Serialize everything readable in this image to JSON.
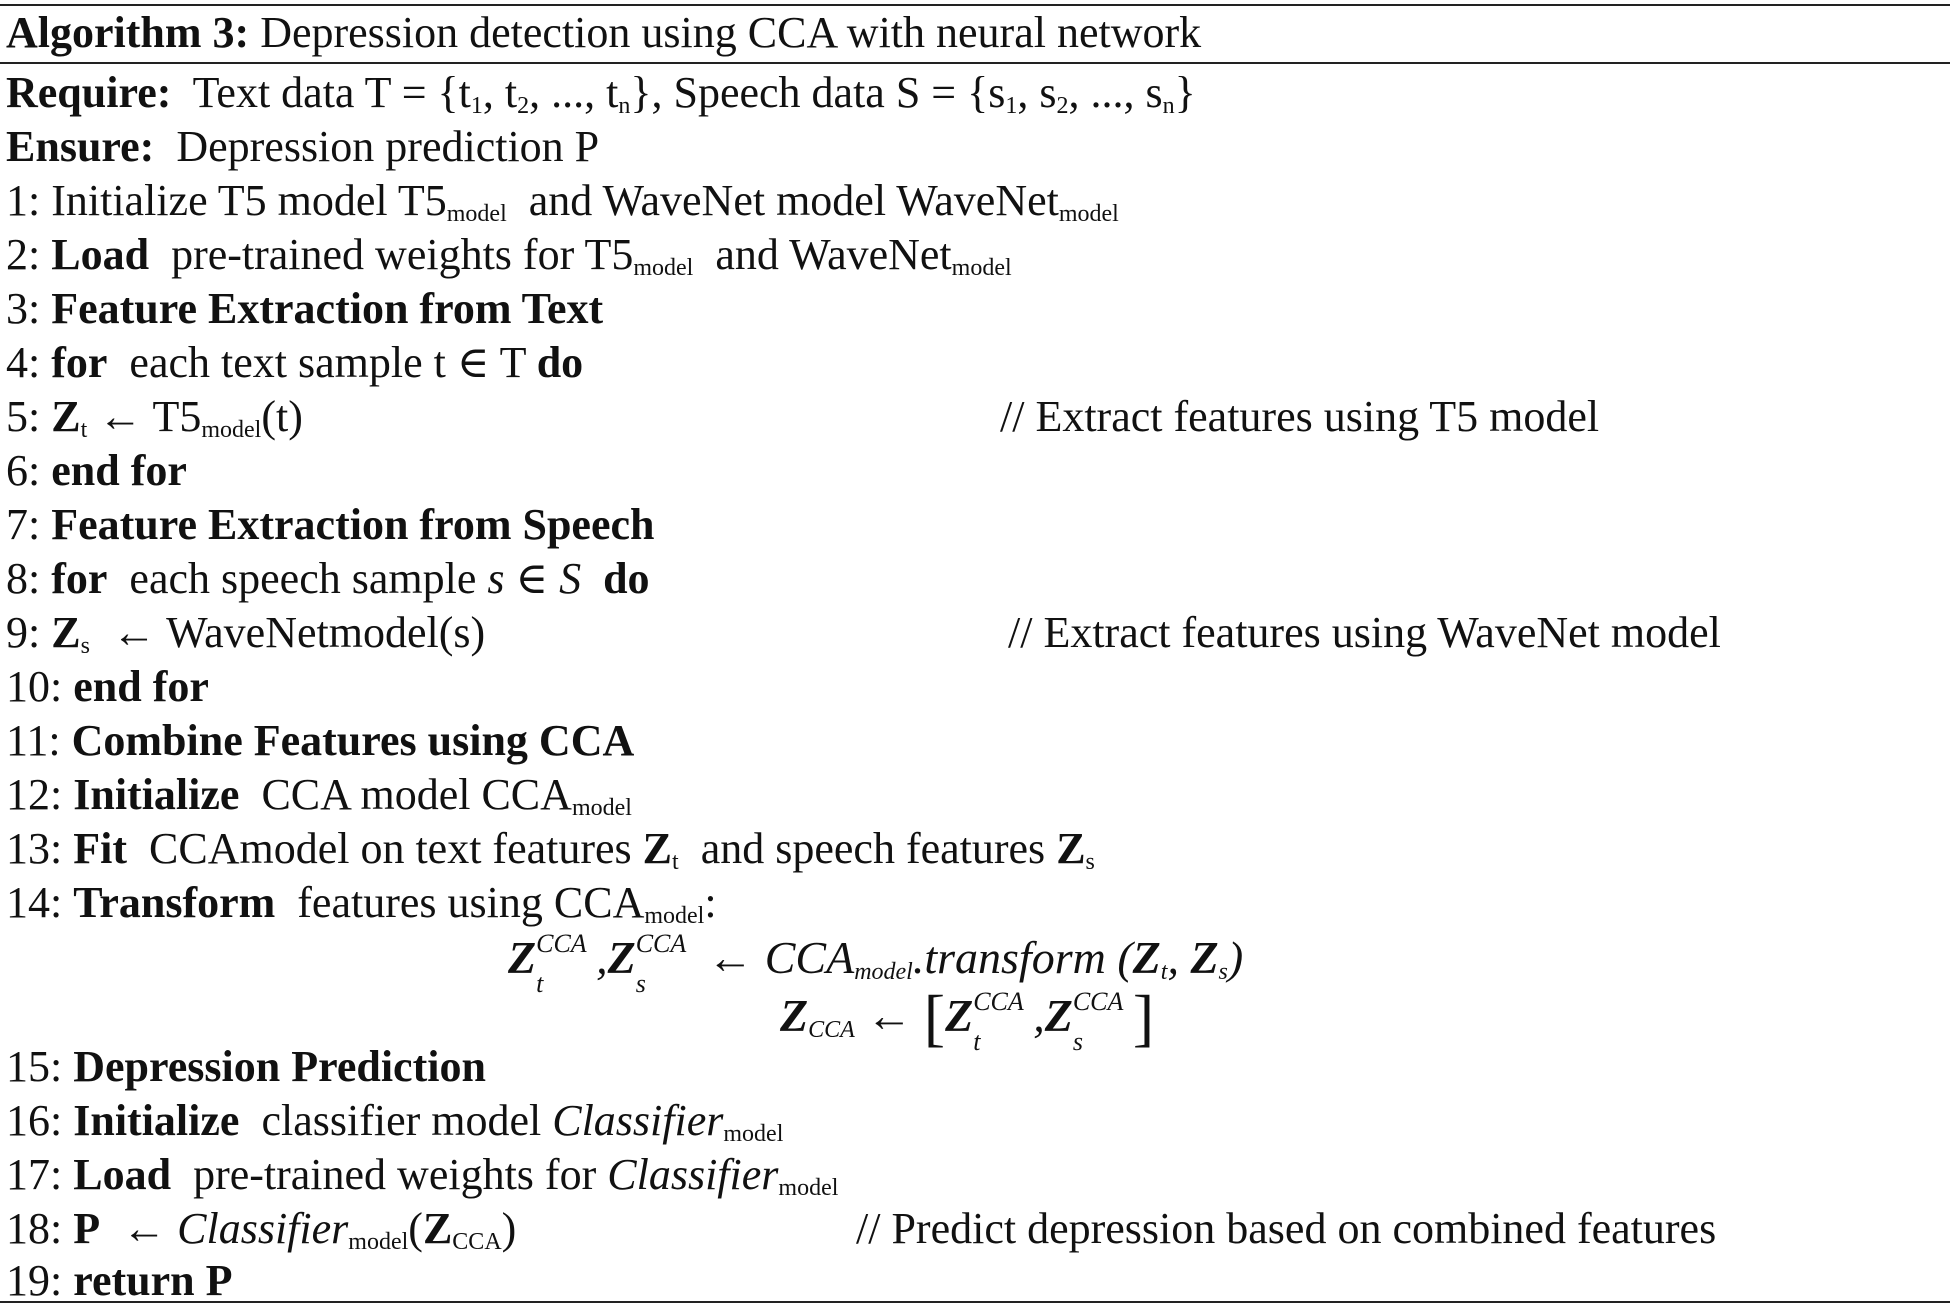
{
  "title": {
    "label": "Algorithm 3:",
    "text": "Depression detection using CCA with neural network"
  },
  "require": {
    "label": "Require:",
    "text_pre": "Text data T = {t",
    "s1": "1",
    "c1": ", t",
    "s2": "2",
    "c2": ", ..., t",
    "sn": "n",
    "c3": "}, Speech data S = {s",
    "s1b": "1",
    "c4": ", s",
    "s2b": "2",
    "c5": ", ..., s",
    "snb": "n",
    "c6": "}"
  },
  "ensure": {
    "label": "Ensure:",
    "text": "Depression prediction P"
  },
  "lines": {
    "l1": {
      "num": "1:",
      "a": "Initialize T5 model T5",
      "s1": "model",
      "b": "and WaveNet  model WaveNet",
      "s2": "model"
    },
    "l2": {
      "num": "2:",
      "kw": "Load",
      "a": "pre-trained weights for T5",
      "s1": "model",
      "b": "and WaveNet",
      "s2": "model"
    },
    "l3": {
      "num": "3:",
      "kw": "Feature Extraction from Text"
    },
    "l4": {
      "num": "4:",
      "kw": "for",
      "a": "each text sample t ∈  T",
      "kw2": "do"
    },
    "l5": {
      "num": "5:",
      "z": "Z",
      "zs": "t",
      "a": "← T5",
      "s1": "model",
      "b": "(t)",
      "comment": "// Extract features using T5 model"
    },
    "l6": {
      "num": "6:",
      "kw": "end for"
    },
    "l7": {
      "num": "7:",
      "kw": "Feature Extraction from Speech"
    },
    "l8": {
      "num": "8:",
      "kw": "for",
      "a": "each speech sample",
      "v1": "s",
      "in": "∈",
      "v2": "S",
      "kw2": "do"
    },
    "l9": {
      "num": "9:",
      "z": "Z",
      "zs": "s",
      "a": "← WaveNetmodel(s)",
      "comment": "// Extract features using WaveNet  model"
    },
    "l10": {
      "num": "10:",
      "kw": "end for"
    },
    "l11": {
      "num": "11:",
      "kw": "Combine Features using CCA"
    },
    "l12": {
      "num": "12:",
      "kw": "Initialize",
      "a": "CCA model CCA",
      "s1": "model"
    },
    "l13": {
      "num": "13:",
      "kw": "Fit",
      "a": "CCAmodel  on text features",
      "z1": "Z",
      "z1s": "t",
      "b": "and speech features",
      "z2": "Z",
      "z2s": "s"
    },
    "l14": {
      "num": "14:",
      "kw": "Transform",
      "a": "features using CCA",
      "s1": "model",
      "b": ":"
    },
    "eq1": {
      "z1": "Z",
      "sup": "CCA",
      "sub1": "t",
      "comma": ",",
      "z2": "Z",
      "sub2": "s",
      "arrow": "← CCA",
      "msub": "model",
      "fn": ".transform (",
      "a1": "Z",
      "a1s": "t",
      "sep": ", ",
      "a2": "Z",
      "a2s": "s",
      "close": ")"
    },
    "eq2": {
      "z": "Z",
      "zs": "CCA",
      "arrow": "←",
      "lb": "[",
      "z1": "Z",
      "sup": "CCA",
      "sub1": "t",
      "comma": ",",
      "z2": "Z",
      "sub2": "s",
      "rb": "]"
    },
    "l15": {
      "num": "15:",
      "kw": "Depression Prediction"
    },
    "l16": {
      "num": "16:",
      "kw": "Initialize",
      "a": "classifier model",
      "v": "Classifier",
      "s1": "model"
    },
    "l17": {
      "num": "17:",
      "kw": "Load",
      "a": "pre-trained weights for",
      "v": "Classifier",
      "s1": "model"
    },
    "l18": {
      "num": "18:",
      "kw": "P",
      "a": "←",
      "v": "Classifier",
      "s1": "model",
      "b": "(",
      "z": "Z",
      "zs": "CCA",
      "c": ")",
      "comment": "// Predict depression based on combined features"
    },
    "l19": {
      "num": "19:",
      "kw": "return P"
    }
  }
}
